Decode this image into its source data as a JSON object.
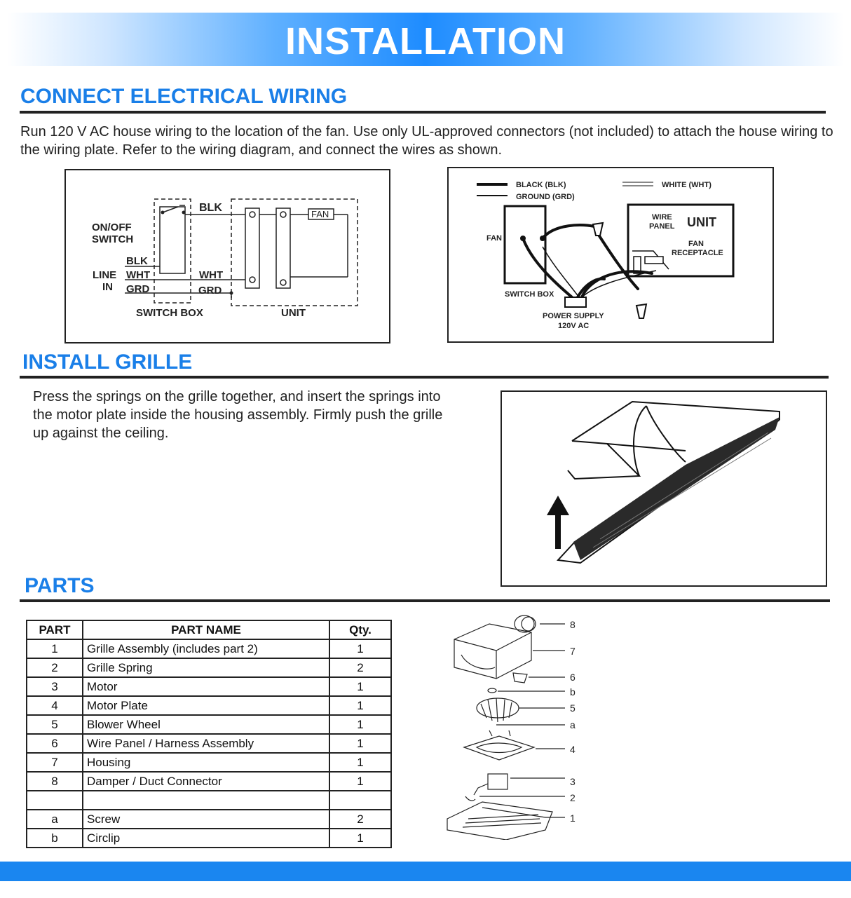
{
  "banner": {
    "title": "INSTALLATION"
  },
  "wiring": {
    "heading": "CONNECT ELECTRICAL WIRING",
    "text": "Run 120 V AC house wiring to the location of the fan. Use only UL-approved connectors (not included) to attach the house wiring to the wiring plate. Refer to the wiring diagram, and connect the wires as shown.",
    "schematic": {
      "blk_top": "BLK",
      "fan": "FAN",
      "on_off_1": "ON/OFF",
      "on_off_2": "SWITCH",
      "blk": "BLK",
      "line": "LINE",
      "in": "IN",
      "wht_left": "WHT",
      "grd_left": "GRD",
      "wht_right": "WHT",
      "grd_right": "GRD",
      "switch_box": "SWITCH  BOX",
      "unit": "UNIT"
    },
    "pictorial": {
      "black": "BLACK (BLK)",
      "ground": "GROUND (GRD)",
      "white": "WHITE (WHT)",
      "fan": "FAN",
      "wire": "WIRE",
      "panel": "PANEL",
      "unit": "UNIT",
      "fan2": "FAN",
      "receptacle": "RECEPTACLE",
      "switch_box": "SWITCH BOX",
      "power_supply": "POWER SUPPLY",
      "volts": "120V AC"
    }
  },
  "grille": {
    "heading": "INSTALL GRILLE",
    "line1": "Press the springs on the grille together, and insert the springs into",
    "line2": "the motor plate inside the housing assembly. Firmly push the grille",
    "line3": "up against the ceiling."
  },
  "parts": {
    "heading": "PARTS",
    "headers": {
      "part": "PART",
      "name": "PART NAME",
      "qty": "Qty."
    },
    "rows": [
      {
        "part": "1",
        "name": "Grille Assembly (includes part 2)",
        "qty": "1"
      },
      {
        "part": "2",
        "name": "Grille Spring",
        "qty": "2"
      },
      {
        "part": "3",
        "name": "Motor",
        "qty": "1"
      },
      {
        "part": "4",
        "name": "Motor Plate",
        "qty": "1"
      },
      {
        "part": "5",
        "name": "Blower Wheel",
        "qty": "1"
      },
      {
        "part": "6",
        "name": "Wire Panel / Harness Assembly",
        "qty": "1"
      },
      {
        "part": "7",
        "name": "Housing",
        "qty": "1"
      },
      {
        "part": "8",
        "name": "Damper / Duct Connector",
        "qty": "1"
      },
      {
        "part": "",
        "name": "",
        "qty": ""
      },
      {
        "part": "a",
        "name": "Screw",
        "qty": "2"
      },
      {
        "part": "b",
        "name": "Circlip",
        "qty": "1"
      }
    ],
    "callouts": [
      "8",
      "7",
      "6",
      "b",
      "5",
      "a",
      "4",
      "3",
      "2",
      "1"
    ]
  },
  "colors": {
    "accent": "#1a7fe8",
    "banner": "#1e8cff",
    "footer": "#1a86f0"
  }
}
